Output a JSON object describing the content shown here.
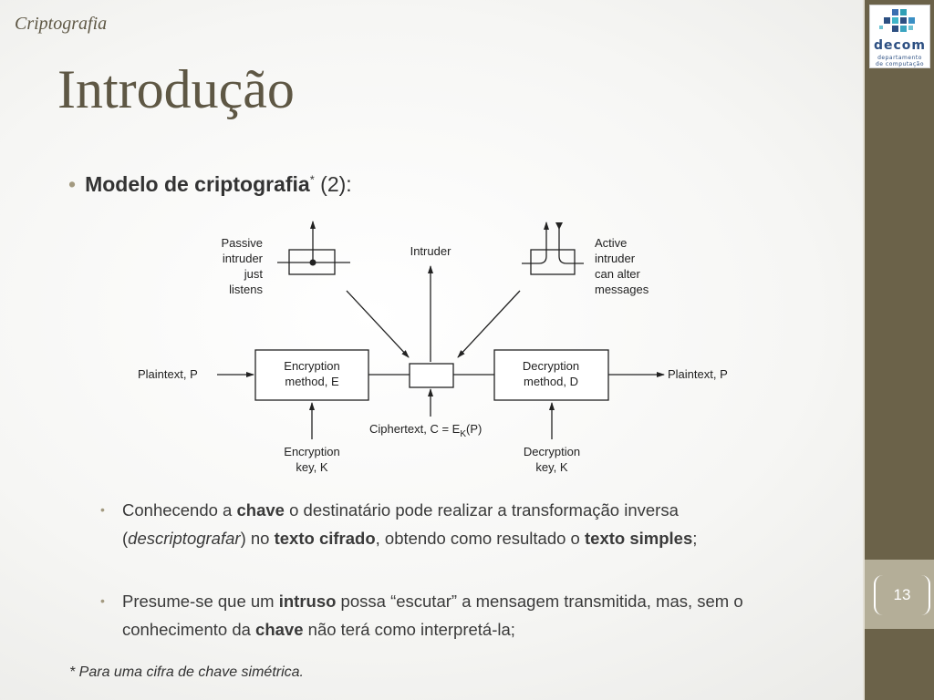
{
  "header": {
    "label": "Criptografia"
  },
  "title": "Introdução",
  "logo": {
    "word": "decom",
    "line1": "departamento",
    "line2": "de computação"
  },
  "bullet1": {
    "bold": "Modelo de criptografia",
    "sup": "*",
    "rest": " (2):"
  },
  "diagram": {
    "passive_lines": [
      "Passive",
      "intruder",
      "just",
      "listens"
    ],
    "intruder": "Intruder",
    "active_lines": [
      "Active",
      "intruder",
      "can alter",
      "messages"
    ],
    "plaintext_in": "Plaintext, P",
    "enc_lines": [
      "Encryption",
      "method, E"
    ],
    "dec_lines": [
      "Decryption",
      "method, D"
    ],
    "plaintext_out": "Plaintext, P",
    "ciphertext_main": "Ciphertext, C = E",
    "ciphertext_sub": "K",
    "ciphertext_tail": "(P)",
    "enc_key_lines": [
      "Encryption",
      "key, K"
    ],
    "dec_key_lines": [
      "Decryption",
      "key, K"
    ]
  },
  "sub1": {
    "t1": "Conhecendo a ",
    "b1": "chave",
    "t2": " o destinatário pode realizar a transformação inversa (",
    "i1": "descriptografar",
    "t3": ") no ",
    "b2": "texto cifrado",
    "t4": ", obtendo como resultado o ",
    "b3": "texto simples",
    "t5": ";"
  },
  "sub2": {
    "t1": "Presume-se que um ",
    "b1": "intruso",
    "t2": " possa “escutar” a mensagem transmitida, mas, sem o conhecimento da ",
    "b2": "chave",
    "t3": " não terá como interpretá-la;"
  },
  "footnote": "* Para uma cifra de chave simétrica.",
  "page_number": "13",
  "colors": {
    "sidebar": "#6b6249",
    "title": "#5e5744",
    "accent": "#a39a80",
    "logo_blue": "#2c4f82"
  }
}
